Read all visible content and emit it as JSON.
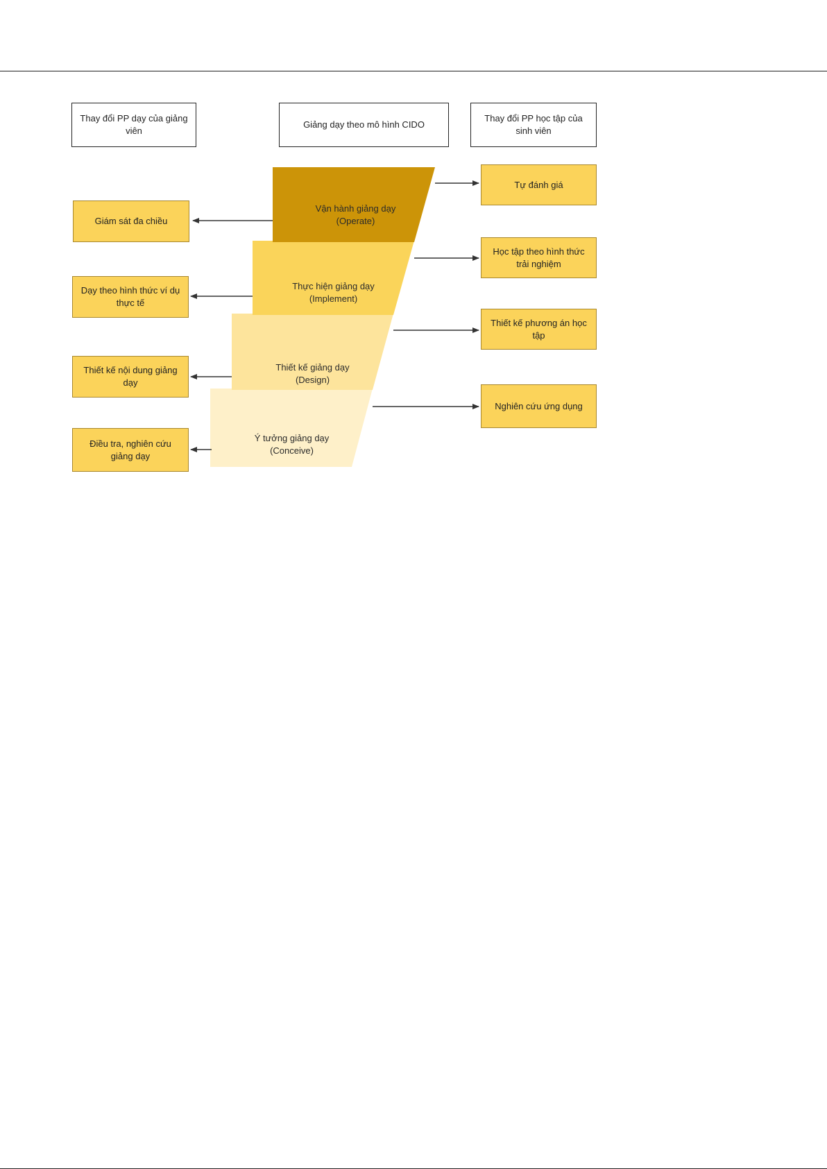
{
  "headers": {
    "left": "Thay đổi PP dạy của giảng viên",
    "center": "Giảng dạy theo mô hình CIDO",
    "right": "Thay đổi PP học tập của sinh viên"
  },
  "stages": [
    {
      "name": "Vận hành giảng dạy",
      "english": "(Operate)",
      "color": "#cc9408"
    },
    {
      "name": "Thực hiện giảng dạy",
      "english": "(Implement)",
      "color": "#fad45a"
    },
    {
      "name": "Thiết kế giảng dạy",
      "english": "(Design)",
      "color": "#fde49c"
    },
    {
      "name": "Ý tưởng giảng dạy",
      "english": "(Conceive)",
      "color": "#fef0c9"
    }
  ],
  "teacher_changes": [
    "Giám sát đa chiều",
    "Dạy theo hình thức ví dụ thực tế",
    "Thiết kế nội dung giảng dạy",
    "Điều tra, nghiên cứu giảng dạy"
  ],
  "student_changes": [
    "Tự đánh giá",
    "Học tập theo hình thức trải nghiệm",
    "Thiết kế phương án học tập",
    "Nghiên cứu ứng dụng"
  ],
  "colors": {
    "box_fill": "#fbd35a",
    "box_border": "#a8872e",
    "line": "#333333"
  }
}
